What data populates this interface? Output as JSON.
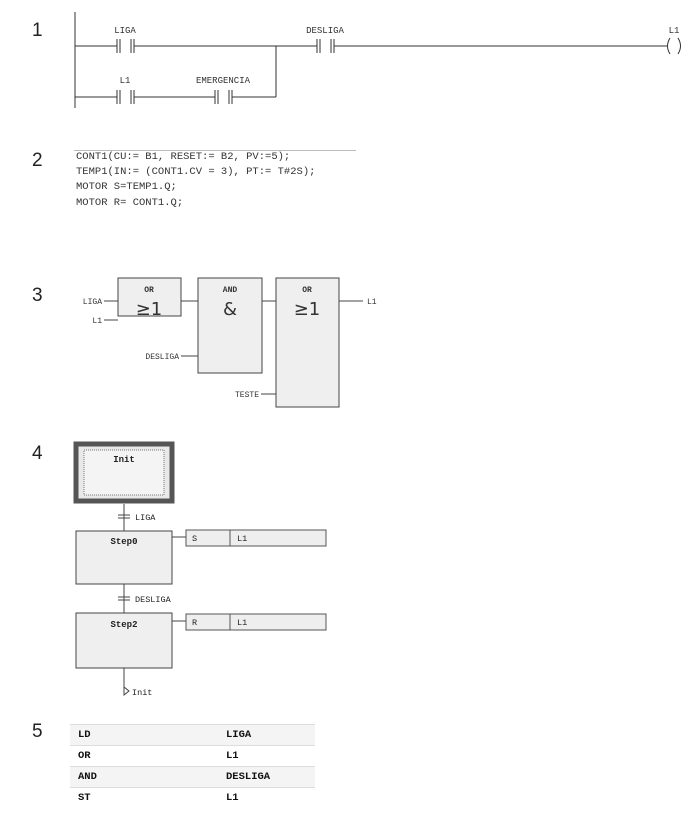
{
  "sections": [
    {
      "number": "1"
    },
    {
      "number": "2"
    },
    {
      "number": "3"
    },
    {
      "number": "4"
    },
    {
      "number": "5"
    }
  ],
  "ladder": {
    "contact_liga": "LIGA",
    "contact_desliga": "DESLIGA",
    "coil_l1": "L1",
    "contact_l1": "L1",
    "contact_emergencia": "EMERGENCIA"
  },
  "structured_text": {
    "lines": [
      "CONT1(CU:= B1, RESET:= B2, PV:=5);",
      "TEMP1(IN:= (CONT1.CV = 3), PT:= T#2S);",
      "MOTOR S=TEMP1.Q;",
      "MOTOR R= CONT1.Q;"
    ]
  },
  "fbd": {
    "block1": {
      "title": "OR",
      "symbol": "≥1"
    },
    "block2": {
      "title": "AND",
      "symbol": "&"
    },
    "block3": {
      "title": "OR",
      "symbol": "≥1"
    },
    "in_liga": "LIGA",
    "in_l1": "L1",
    "in_desliga": "DESLIGA",
    "in_teste": "TESTE",
    "out_l1": "L1"
  },
  "sfc": {
    "init_step": "Init",
    "transition1": "LIGA",
    "step0": "Step0",
    "action0_qualifier": "S",
    "action0_var": "L1",
    "transition2": "DESLIGA",
    "step2": "Step2",
    "action2_qualifier": "R",
    "action2_var": "L1",
    "jump_target": "Init"
  },
  "instruction_list": {
    "rows": [
      {
        "op": "LD",
        "operand": "LIGA"
      },
      {
        "op": "OR",
        "operand": "L1"
      },
      {
        "op": "AND",
        "operand": "DESLIGA"
      },
      {
        "op": "ST",
        "operand": "L1"
      }
    ]
  }
}
